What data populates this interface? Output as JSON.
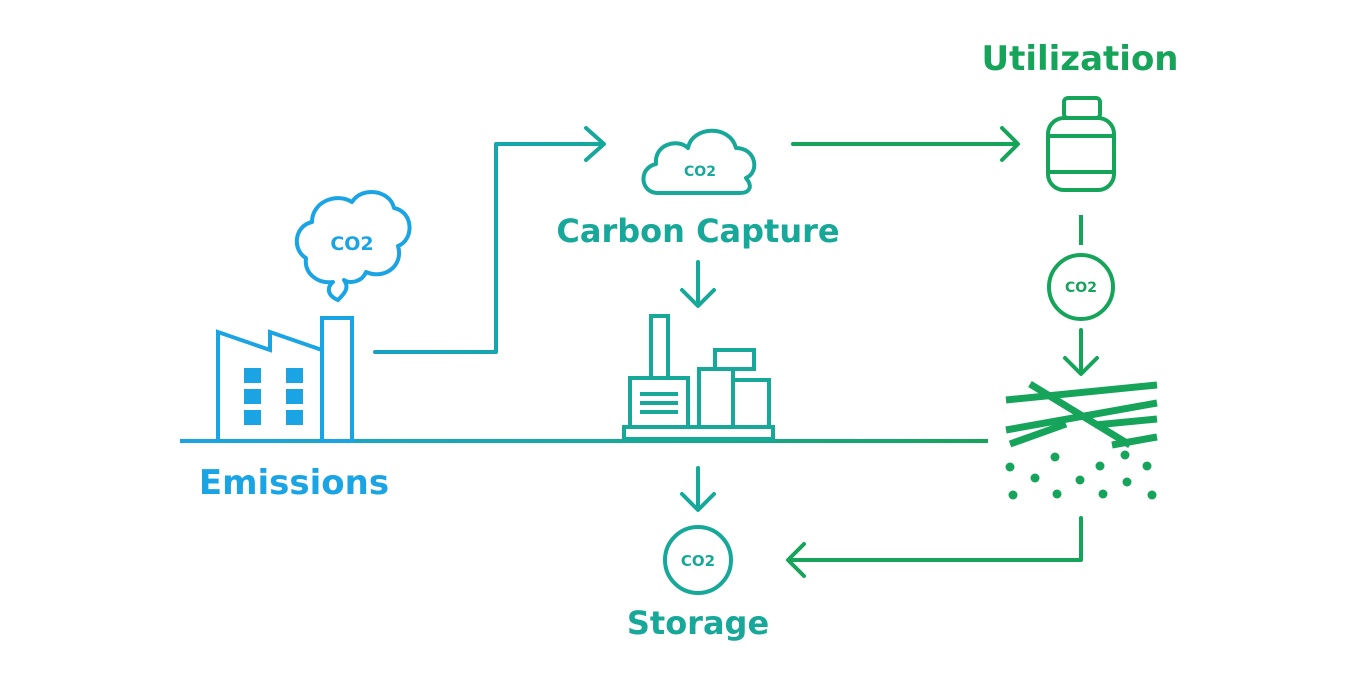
{
  "diagram": {
    "labels": {
      "emissions": "Emissions",
      "capture": "Carbon Capture",
      "utilization": "Utilization",
      "storage": "Storage"
    },
    "badges": {
      "smoke": "CO2",
      "cloud": "CO2",
      "utilization_circle": "CO2",
      "storage_circle": "CO2"
    },
    "colors": {
      "blue": "#1ba4e4",
      "teal": "#17a89a",
      "green": "#16a45a"
    }
  }
}
